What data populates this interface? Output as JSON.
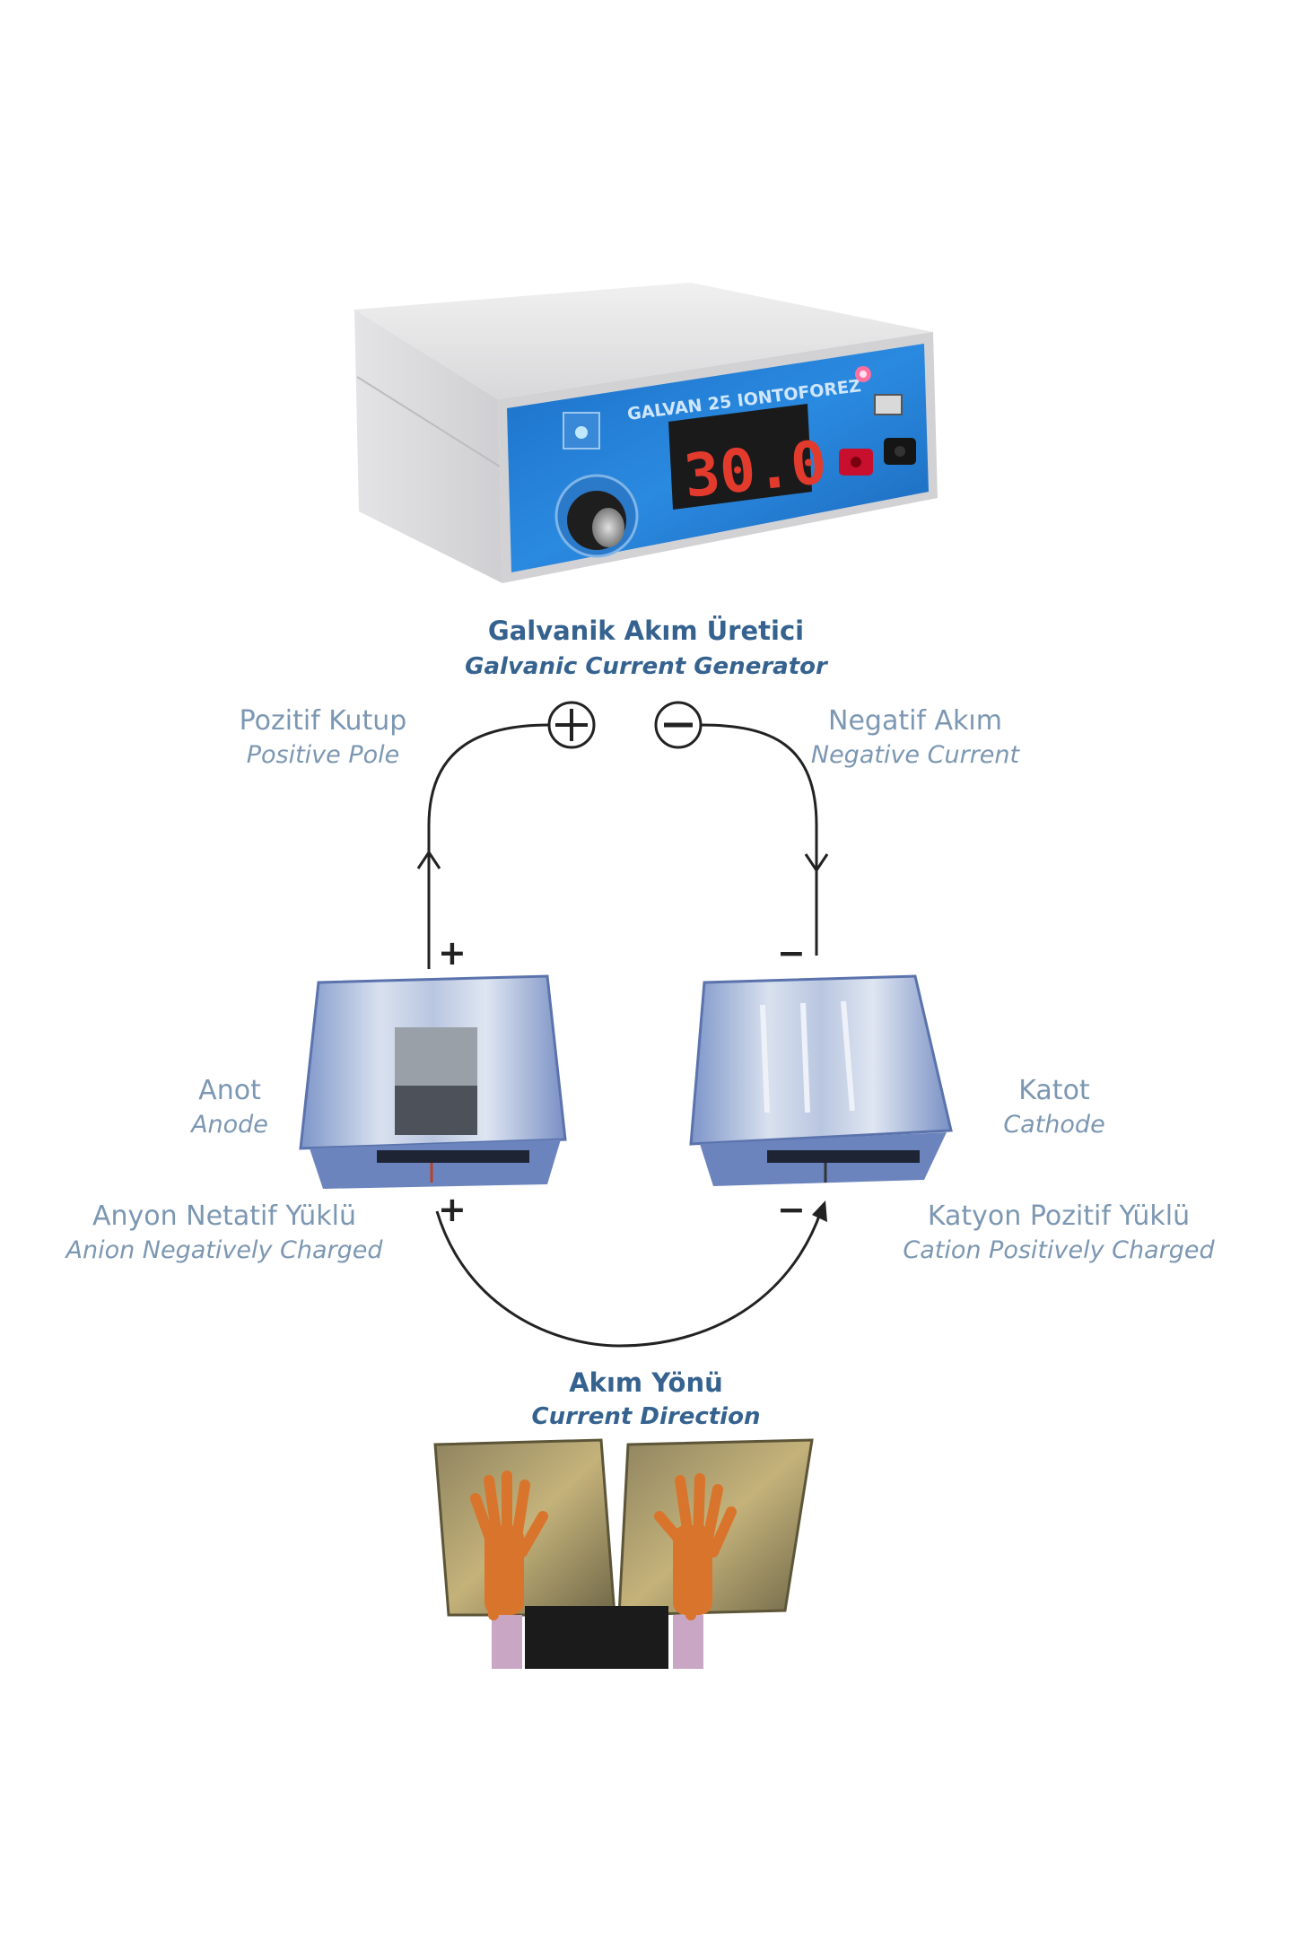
{
  "device": {
    "brand_label": "GALVAN 25 IONTOFOREZ",
    "display_value": "30.0",
    "title_tr": "Galvanik Akım Üretici",
    "title_en": "Galvanic Current Generator"
  },
  "poles": {
    "positive_symbol": "+",
    "negative_symbol": "−",
    "positive_tr": "Pozitif Kutup",
    "positive_en": "Positive Pole",
    "negative_tr": "Negatif Akım",
    "negative_en": "Negative Current"
  },
  "electrodes": {
    "anode_tr": "Anot",
    "anode_en": "Anode",
    "cathode_tr": "Katot",
    "cathode_en": "Cathode",
    "anode_top_sign": "+",
    "cathode_top_sign": "−",
    "anode_bottom_sign": "+",
    "cathode_bottom_sign": "−"
  },
  "charges": {
    "anion_tr": "Anyon Netatif Yüklü",
    "anion_en": "Anion Negatively Charged",
    "cation_tr": "Katyon Pozitif Yüklü",
    "cation_en": "Cation Positively Charged"
  },
  "current": {
    "title_tr": "Akım Yönü",
    "title_en": "Current Direction"
  },
  "colors": {
    "heading": "#35628f",
    "label": "#7c97b2",
    "panel_blue": "#1f7fd6",
    "lcd_red": "#e23b2e"
  }
}
